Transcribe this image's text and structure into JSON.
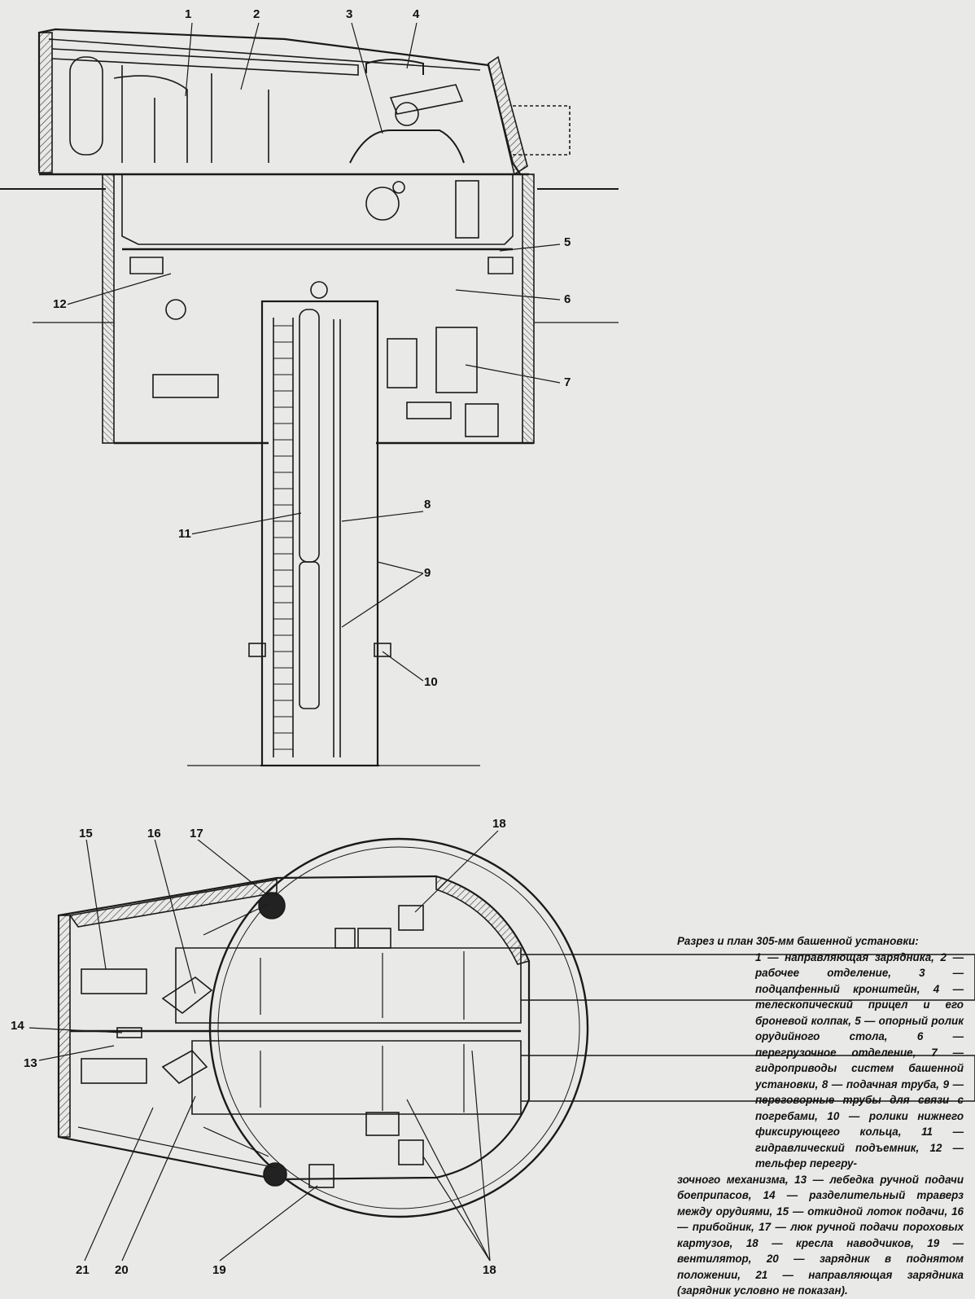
{
  "callouts": [
    {
      "id": "1",
      "label": "1"
    },
    {
      "id": "2",
      "label": "2"
    },
    {
      "id": "3",
      "label": "3"
    },
    {
      "id": "4",
      "label": "4"
    },
    {
      "id": "5",
      "label": "5"
    },
    {
      "id": "6",
      "label": "6"
    },
    {
      "id": "7",
      "label": "7"
    },
    {
      "id": "8",
      "label": "8"
    },
    {
      "id": "9",
      "label": "9"
    },
    {
      "id": "10",
      "label": "10"
    },
    {
      "id": "11",
      "label": "11"
    },
    {
      "id": "12",
      "label": "12"
    },
    {
      "id": "13",
      "label": "13"
    },
    {
      "id": "14",
      "label": "14"
    },
    {
      "id": "15",
      "label": "15"
    },
    {
      "id": "16",
      "label": "16"
    },
    {
      "id": "17",
      "label": "17"
    },
    {
      "id": "18a",
      "label": "18"
    },
    {
      "id": "18b",
      "label": "18"
    },
    {
      "id": "19",
      "label": "19"
    },
    {
      "id": "20",
      "label": "20"
    },
    {
      "id": "21",
      "label": "21"
    }
  ],
  "caption": {
    "title": "Разрез и план 305-мм башенной установки:",
    "body": "1 — направляющая зарядника, 2 — рабочее отделение, 3 — подцапфенный кронштейн, 4 — телескопический прицел и его броневой колпак, 5 — опорный ролик орудийного стола, 6 — перегрузочное отделение, 7 — гидроприводы систем башенной установки, 8 — подачная труба, 9 — переговорные трубы для связи с погребами, 10 — ролики нижнего фиксирующего кольца, 11 — гидравлический подъемник, 12 — тельфер перегру-",
    "tail": "зочного механизма, 13 — лебедка ручной подачи боеприпасов, 14 — разделительный траверз между орудиями, 15 — откидной лоток подачи, 16 — прибойник, 17 — люк ручной подачи пороховых картузов, 18 — кресла наводчиков, 19 — вентилятор, 20 — зарядник в поднятом положении, 21 — направляющая зарядника (зарядник условно не показан)."
  }
}
